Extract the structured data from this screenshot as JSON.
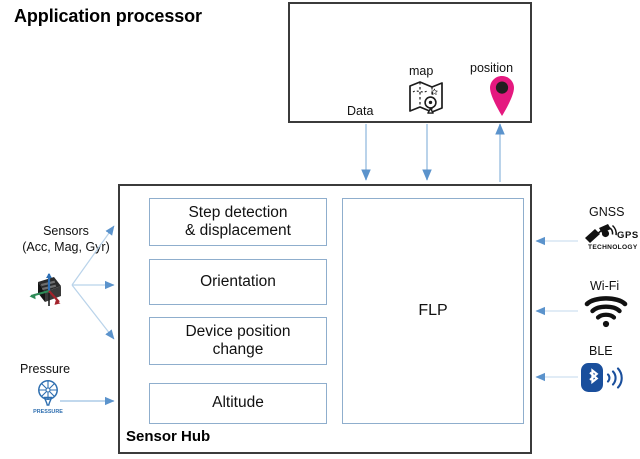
{
  "diagram": {
    "title_app_processor": "Application processor",
    "title_sensor_hub": "Sensor Hub",
    "flp_label": "FLP",
    "features": [
      {
        "id": "step",
        "label": "Step detection\n& displacement"
      },
      {
        "id": "orientation",
        "label": "Orientation"
      },
      {
        "id": "device-position-change",
        "label": "Device position\nchange"
      },
      {
        "id": "altitude",
        "label": "Altitude"
      }
    ],
    "flows_to_app_processor": [
      {
        "id": "data",
        "label": "Data",
        "direction": "up-to-down"
      },
      {
        "id": "map",
        "label": "map",
        "direction": "up-to-down"
      },
      {
        "id": "position",
        "label": "position",
        "direction": "down-to-up"
      }
    ],
    "left_inputs": [
      {
        "id": "sensors",
        "label": "Sensors\n(Acc, Mag, Gyr)",
        "icon": "imu-sensor-icon"
      },
      {
        "id": "pressure",
        "label": "Pressure",
        "icon": "pressure-sensor-icon",
        "icon_caption": "PRESSURE"
      }
    ],
    "right_inputs": [
      {
        "id": "gnss",
        "label": "GNSS",
        "icon": "satellite-gps-icon",
        "icon_caption": "GPS",
        "icon_caption2": "TECHNOLOGY"
      },
      {
        "id": "wifi",
        "label": "Wi-Fi",
        "icon": "wifi-icon"
      },
      {
        "id": "ble",
        "label": "BLE",
        "icon": "bluetooth-icon"
      }
    ],
    "colors": {
      "box_border": "#3b3b3b",
      "inner_box_border": "#8faecd",
      "arrow": "#6a9fd4",
      "position_pin": "#e5197f",
      "bluetooth": "#0b4da2"
    }
  }
}
